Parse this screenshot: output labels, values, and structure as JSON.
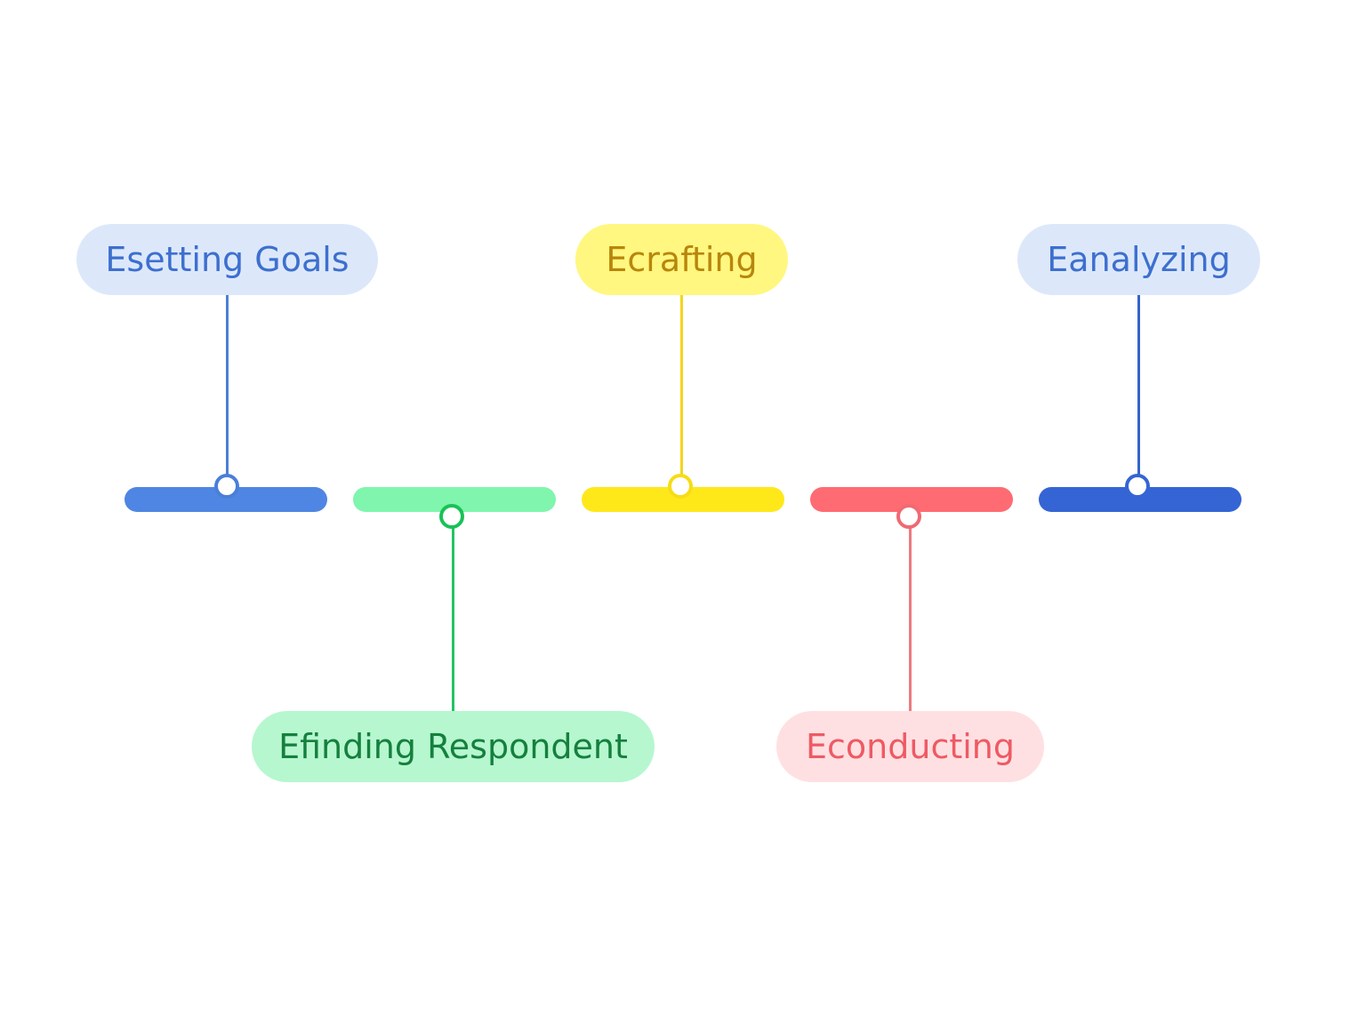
{
  "diagram": {
    "type": "timeline",
    "steps": [
      {
        "label": "Esetting Goals",
        "color": "#4f86e3",
        "label_bg": "#dce8fa",
        "label_color": "#3d6fcf",
        "label_side": "above"
      },
      {
        "label": "Efinding Respondent",
        "color": "#7ff5ad",
        "label_bg": "#b6f7cf",
        "label_color": "#15803d",
        "label_side": "below"
      },
      {
        "label": "Ecrafting",
        "color": "#ffe81a",
        "label_bg": "#fff780",
        "label_color": "#b8860b",
        "label_side": "above"
      },
      {
        "label": "Econducting",
        "color": "#ff6b72",
        "label_bg": "#ffe0e2",
        "label_color": "#ee5a64",
        "label_side": "below"
      },
      {
        "label": "Eanalyzing",
        "color": "#3565d4",
        "label_bg": "#dce8fa",
        "label_color": "#3d6fcf",
        "label_side": "above"
      }
    ]
  }
}
